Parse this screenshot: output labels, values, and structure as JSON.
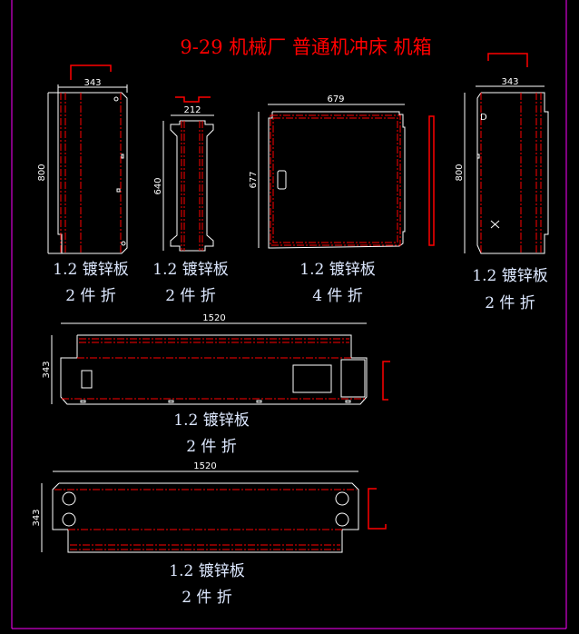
{
  "title": "9-29 机械厂 普通机冲床 机箱",
  "colors": {
    "background": "#000000",
    "outline": "#ffffff",
    "fold_line": "#ff0000",
    "border": "#ff00ff"
  },
  "parts": [
    {
      "dims": {
        "width": "343",
        "height": "800"
      },
      "material": "1.2 镀锌板",
      "qty": "2 件   折"
    },
    {
      "dims": {
        "width": "212",
        "height": "640"
      },
      "material": "1.2 镀锌板",
      "qty": "2 件   折"
    },
    {
      "dims": {
        "width": "679",
        "height": "677"
      },
      "material": "1.2 镀锌板",
      "qty": "4 件   折"
    },
    {
      "dims": {
        "width": "343",
        "height": "800"
      },
      "material": "1.2 镀锌板",
      "qty": "2 件   折"
    },
    {
      "dims": {
        "width": "1520",
        "height": "343"
      },
      "material": "1.2 镀锌板",
      "qty": "2 件   折"
    },
    {
      "dims": {
        "width": "1520",
        "height": "343"
      },
      "material": "1.2 镀锌板",
      "qty": "2 件   折"
    }
  ]
}
